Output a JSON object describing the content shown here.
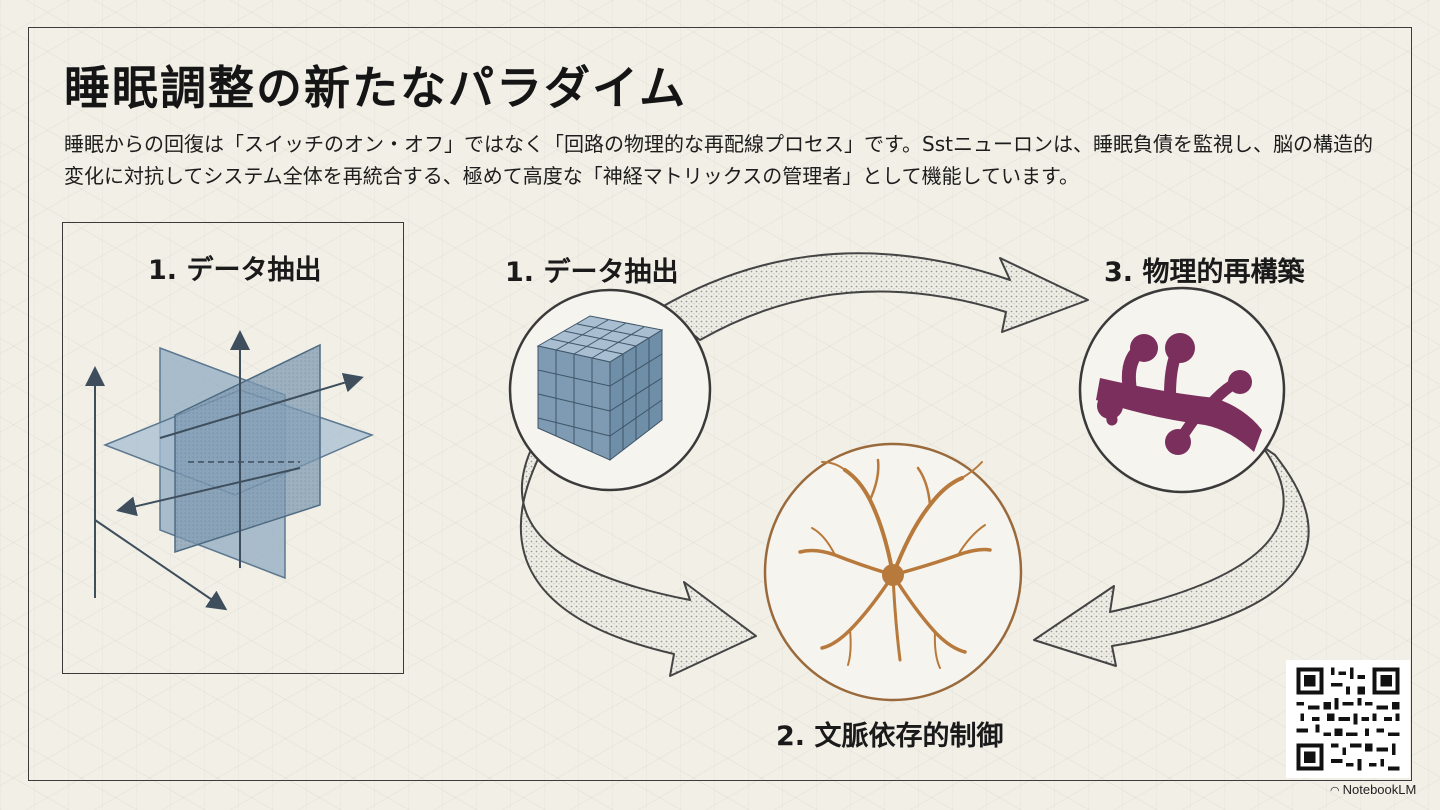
{
  "slide": {
    "title": "睡眠調整の新たなパラダイム",
    "description": "睡眠からの回復は「スイッチのオン・オフ」ではなく「回路の物理的な再配線プロセス」です。Sstニューロンは、睡眠負債を監視し、脳の構造的変化に対抗してシステム全体を再統合する、極めて高度な「神経マトリックスの管理者」として機能しています。"
  },
  "left_panel": {
    "label": "1. データ抽出"
  },
  "cycle": {
    "steps": [
      {
        "label": "1. データ抽出",
        "icon": "voxel-cube-icon"
      },
      {
        "label": "2. 文脈依存的制御",
        "icon": "neuron-icon"
      },
      {
        "label": "3. 物理的再構築",
        "icon": "dendritic-spine-icon"
      }
    ],
    "accent_colors": {
      "cube": "#6f8ea8",
      "neuron": "#b87a3c",
      "spine": "#7a2f5c",
      "plane": "#8aa7bf"
    }
  },
  "footer": {
    "brand": "NotebookLM"
  }
}
